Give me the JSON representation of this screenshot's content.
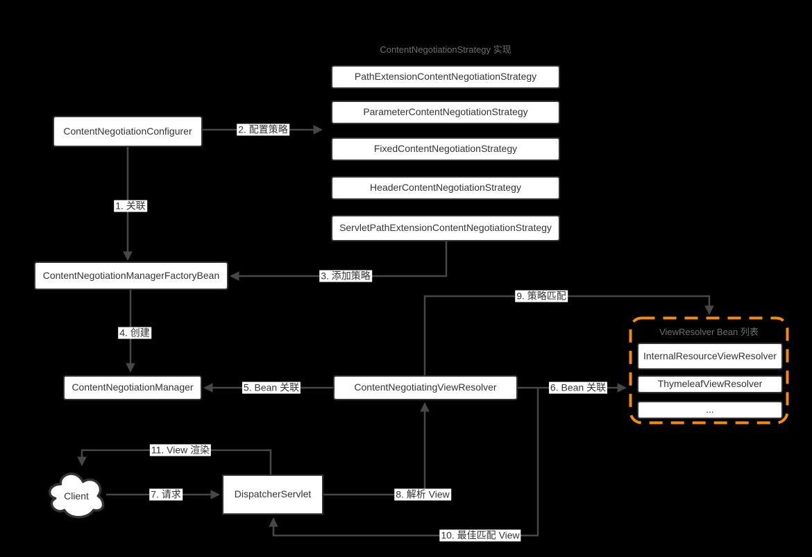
{
  "diagram": {
    "strategy_group": {
      "title": "ContentNegotiationStrategy 实现",
      "items": [
        "PathExtensionContentNegotiationStrategy",
        "ParameterContentNegotiationStrategy",
        "FixedContentNegotiationStrategy",
        "HeaderContentNegotiationStrategy",
        "ServletPathExtensionContentNegotiationStrategy"
      ]
    },
    "resolver_group": {
      "title": "ViewResolver Bean 列表",
      "items": [
        "InternalResourceViewResolver",
        "ThymeleafViewResolver",
        "..."
      ]
    },
    "nodes": {
      "configurer": "ContentNegotiationConfigurer",
      "factory_bean": "ContentNegotiationManagerFactoryBean",
      "manager": "ContentNegotiationManager",
      "view_resolver": "ContentNegotiatingViewResolver",
      "dispatcher_servlet": "DispatcherServlet",
      "client": "Client"
    },
    "edges": {
      "e1": "1. 关联",
      "e2": "2. 配置策略",
      "e3": "3. 添加策略",
      "e4": "4. 创建",
      "e5": "5. Bean 关联",
      "e6": "6. Bean 关联",
      "e7": "7. 请求",
      "e8": "8. 解析 View",
      "e9": "9. 策略匹配",
      "e10": "10. 最佳匹配 View",
      "e11": "11. View 渲染"
    },
    "colors": {
      "background": "#000000",
      "box_fill": "#FFFFFF",
      "box_border": "#333333",
      "box_text": "#333333",
      "line": "#474747",
      "title_text": "#6F6F6F",
      "accent_orange": "#F28A14"
    }
  }
}
